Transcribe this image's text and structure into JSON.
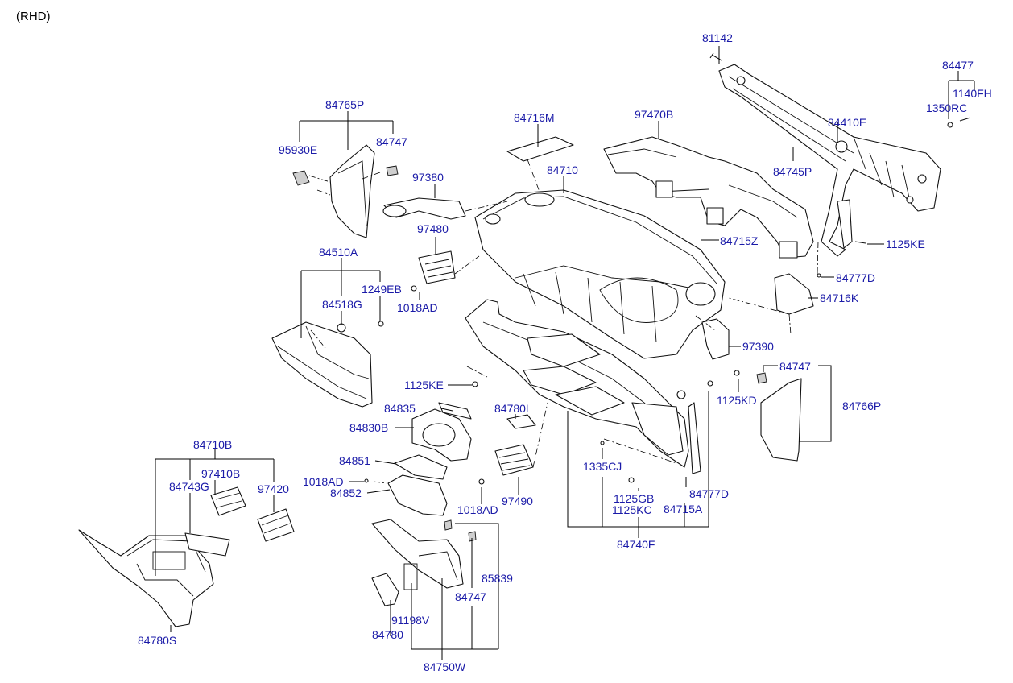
{
  "header": {
    "variant": "(RHD)"
  },
  "diagram": {
    "part_labels": [
      "81142",
      "84477",
      "1140FH",
      "1350RC",
      "84410E",
      "84745P",
      "1125KE",
      "84777D",
      "84716K",
      "97390",
      "84747",
      "84766P",
      "1125KD",
      "97470B",
      "84716M",
      "84710",
      "84715Z",
      "84765P",
      "95930E",
      "84747",
      "97380",
      "97480",
      "1249EB",
      "1018AD",
      "84510A",
      "84518G",
      "1125KE",
      "84835",
      "84830B",
      "84780L",
      "84851",
      "1018AD",
      "84852",
      "1018AD",
      "97490",
      "1335CJ",
      "1125GB",
      "1125KC",
      "84715A",
      "84777D",
      "84740F",
      "84710B",
      "97410B",
      "84743G",
      "97420",
      "84780S",
      "85839",
      "84747",
      "91198V",
      "84780",
      "84750W"
    ],
    "colors": {
      "label": "#1a1aa8",
      "line": "#000000",
      "background": "#ffffff"
    }
  }
}
